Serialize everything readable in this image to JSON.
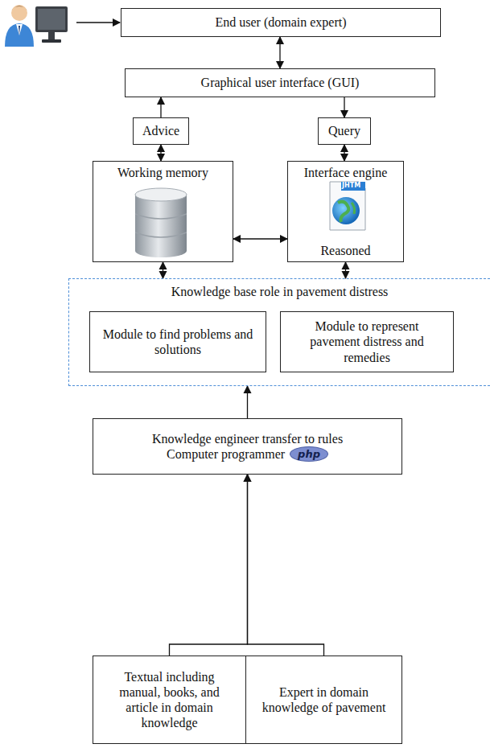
{
  "diagram": {
    "nodes": [
      {
        "text": [
          "End user (domain expert)"
        ]
      },
      {
        "text": [
          "Graphical user interface (GUI)"
        ]
      },
      {
        "text": [
          "Advice"
        ]
      },
      {
        "text": [
          "Query"
        ]
      },
      {
        "text": [
          "Working memory"
        ]
      },
      {
        "text": [
          "Interface engine",
          "Reasoned"
        ]
      },
      {
        "text": [
          "Knowledge base role in pavement distress"
        ]
      },
      {
        "text": [
          "Module to find problems and solutions"
        ],
        "in": 6
      },
      {
        "text": [
          "Module to represent pavement distress and remedies"
        ],
        "in": 6
      },
      {
        "text": [
          "Knowledge engineer transfer to rules",
          "Computer programmer"
        ]
      },
      {
        "text": [
          "Textual including manual, books, and article in domain knowledge"
        ]
      },
      {
        "text": [
          "Expert in domain knowledge of pavement"
        ]
      }
    ],
    "edges": [
      {
        "from": 0,
        "to": 1,
        "arrow": "both"
      },
      {
        "from": 2,
        "to": 1,
        "arrow": "to"
      },
      {
        "from": 1,
        "to": 3,
        "arrow": "to"
      },
      {
        "from": 2,
        "to": 4,
        "arrow": "both"
      },
      {
        "from": 3,
        "to": 5,
        "arrow": "both"
      },
      {
        "from": 4,
        "to": 5,
        "arrow": "both"
      },
      {
        "from": 4,
        "to": 6,
        "arrow": "both"
      },
      {
        "from": 5,
        "to": 6,
        "arrow": "both"
      },
      {
        "from": 9,
        "to": 6,
        "arrow": "to"
      },
      {
        "from": 10,
        "to": 9,
        "arrow": "to"
      },
      {
        "from": 11,
        "to": 9,
        "arrow": "to"
      }
    ],
    "labels": [
      "php",
      "JHTM"
    ]
  }
}
